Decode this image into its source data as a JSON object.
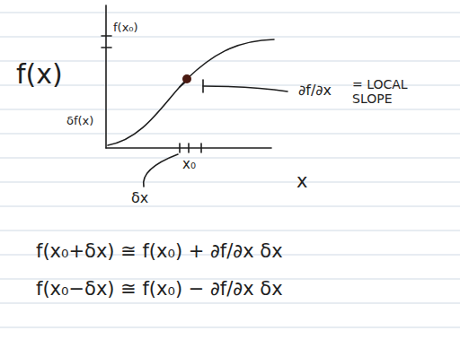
{
  "diagram": {
    "labels": [
      "f(x)",
      "f(x₀)",
      "δf(x)",
      "x₀",
      "δx",
      "x",
      "∂f/∂x",
      "= LOCAL SLOPE",
      "f(x₀+δx) ≅ f(x₀) + ∂f/∂x δx",
      "f(x₀−δx) ≅ f(x₀) − ∂f/∂x δx"
    ]
  }
}
